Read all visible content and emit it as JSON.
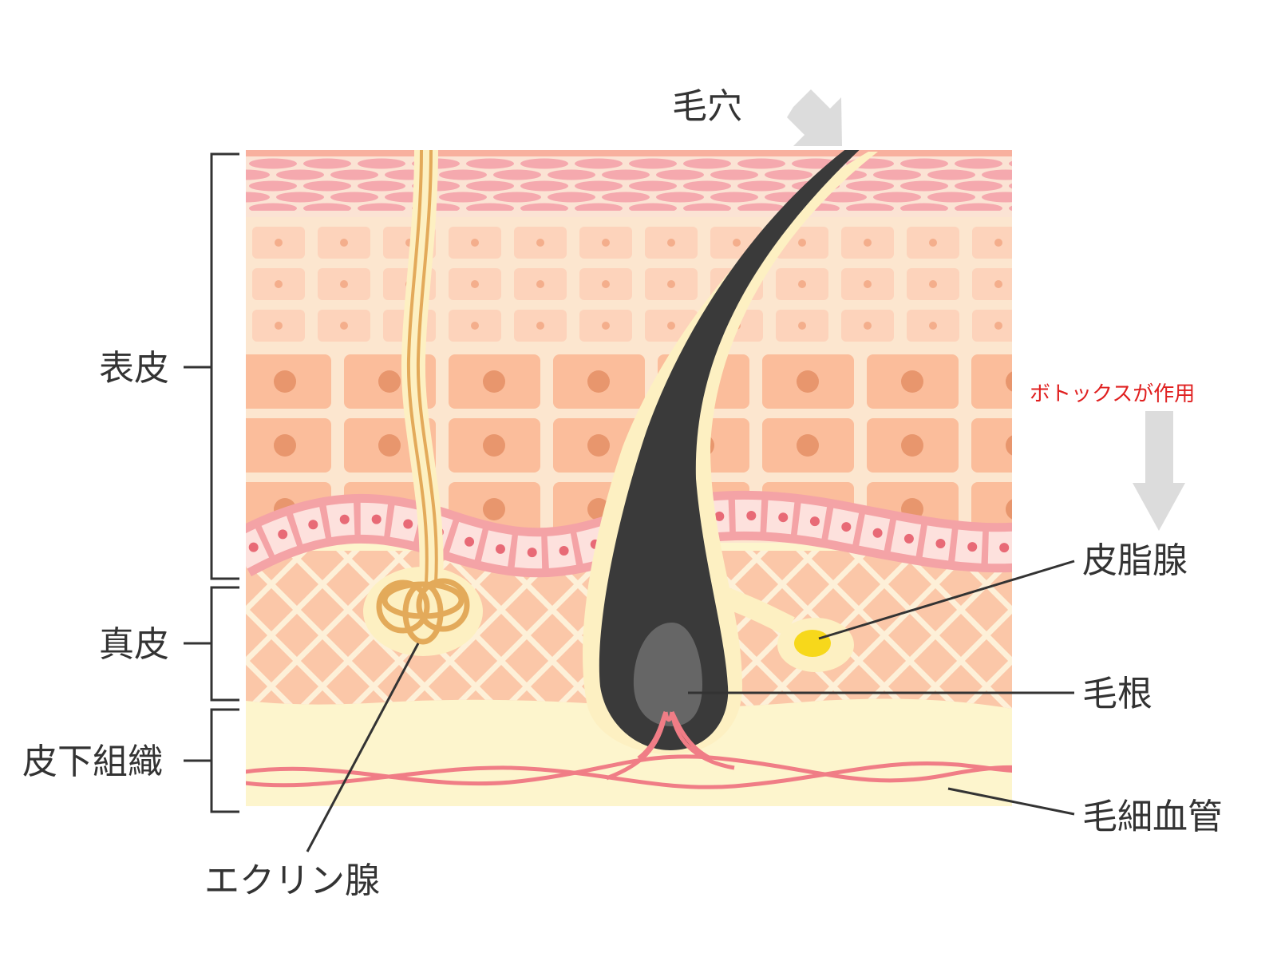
{
  "labels": {
    "pore": "毛穴",
    "epidermis": "表皮",
    "dermis": "真皮",
    "subcutaneous": "皮下組織",
    "eccrine_gland": "エクリン腺",
    "sebaceous_gland": "皮脂腺",
    "hair_root": "毛根",
    "capillary": "毛細血管",
    "botox_note": "ボトックスが作用"
  },
  "colors": {
    "stratum_corneum": "#f5a9ae",
    "granular_bg": "#fce6cf",
    "granular_cell": "#fdd3bb",
    "spinous_cell": "#fbbd9b",
    "nucleus": "#e8966d",
    "basal_cell": "#fbd6d3",
    "dermis_bg": "#fbc7a8",
    "collagen": "#fdf0d8",
    "subcutaneous": "#fdf5cd",
    "hair": "#3a3a3a",
    "papilla": "#666666",
    "gland_duct": "#e3aa5a",
    "sebum": "#f7d81b",
    "capillary": "#f07d86",
    "arrow": "#dcdcdc",
    "note": "#e02020",
    "line": "#333333"
  }
}
